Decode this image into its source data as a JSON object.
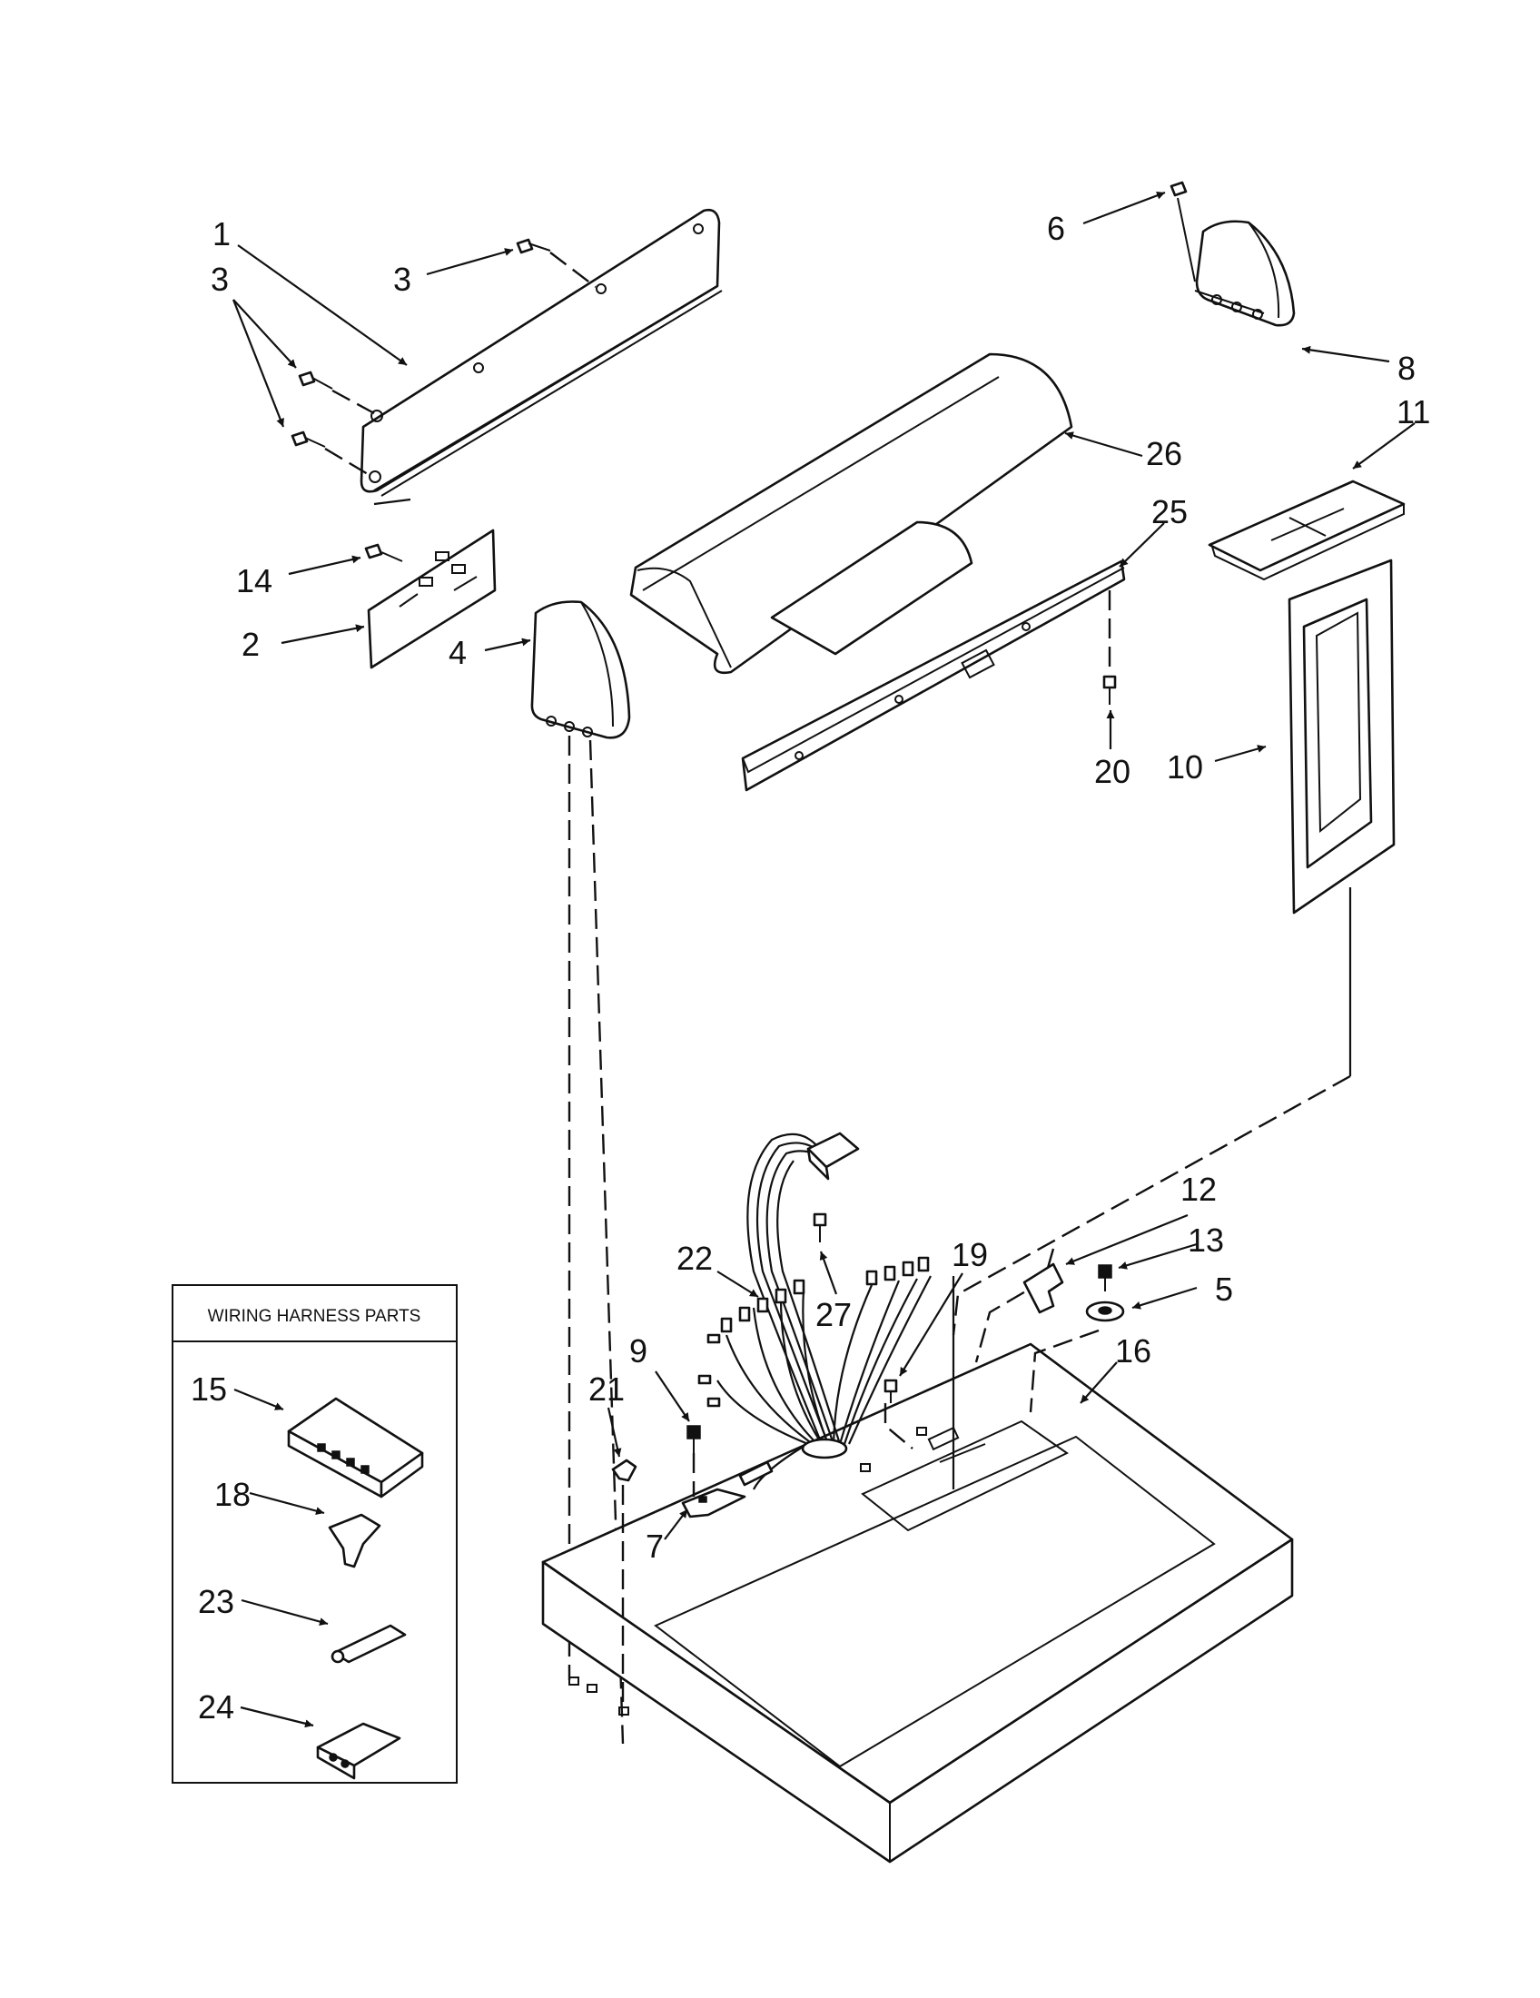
{
  "diagram": {
    "callouts": [
      "1",
      "2",
      "3",
      "3",
      "3",
      "4",
      "5",
      "6",
      "7",
      "8",
      "9",
      "10",
      "11",
      "12",
      "13",
      "14",
      "15",
      "16",
      "18",
      "19",
      "20",
      "21",
      "22",
      "23",
      "24",
      "25",
      "26",
      "27"
    ],
    "inset": {
      "title": "WIRING HARNESS PARTS",
      "callouts": [
        "15",
        "18",
        "23",
        "24"
      ]
    }
  }
}
